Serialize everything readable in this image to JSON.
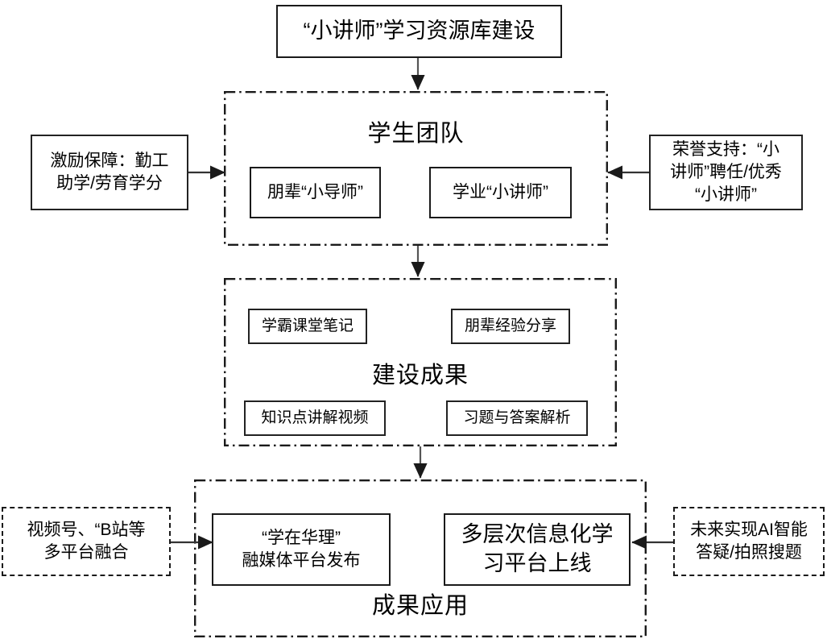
{
  "diagram": {
    "title_box": {
      "label": "“小讲师”学习资源库建设"
    },
    "groups": [
      {
        "id": "student-team",
        "title": "学生团队",
        "boxes": [
          {
            "id": "peer-mentor",
            "label": "朋辈“小导师”"
          },
          {
            "id": "academic-lecturer",
            "label": "学业“小讲师”"
          }
        ]
      },
      {
        "id": "construction-results",
        "title": "建设成果",
        "boxes": [
          {
            "id": "class-notes",
            "label": "学霸课堂笔记"
          },
          {
            "id": "peer-experience",
            "label": "朋辈经验分享"
          },
          {
            "id": "knowledge-video",
            "label": "知识点讲解视频"
          },
          {
            "id": "exercise-answers",
            "label": "习题与答案解析"
          }
        ]
      },
      {
        "id": "results-application",
        "title": "成果应用",
        "boxes": [
          {
            "id": "huali-media-platform",
            "label": "“学在华理”\n融媒体平台发布"
          },
          {
            "id": "multilevel-platform",
            "label": "多层次信息化学\n习平台上线"
          }
        ]
      }
    ],
    "side_notes": [
      {
        "id": "incentive-guarantee",
        "side": "left",
        "label": "激励保障：勤工\n助学/劳育学分",
        "border": "solid"
      },
      {
        "id": "honor-support",
        "side": "right",
        "label": "荣誉支持：“小\n讲师”聘任/优秀\n“小讲师”",
        "border": "solid"
      },
      {
        "id": "multi-platform-fusion",
        "side": "left",
        "label": "视频号、“B站等\n多平台融合",
        "border": "dashed"
      },
      {
        "id": "future-ai",
        "side": "right",
        "label": "未来实现AI智能\n答疑/拍照搜题",
        "border": "dashed"
      }
    ],
    "connectors": [
      {
        "id": "title-to-team",
        "direction": "down"
      },
      {
        "id": "team-to-results",
        "direction": "down"
      },
      {
        "id": "results-to-application",
        "direction": "down"
      },
      {
        "id": "incentive-to-team",
        "direction": "right"
      },
      {
        "id": "honor-to-team",
        "direction": "left"
      },
      {
        "id": "platform-to-media",
        "direction": "right"
      },
      {
        "id": "ai-to-multilevel",
        "direction": "left"
      }
    ],
    "colors": {
      "stroke": "#1a1a1a",
      "background": "#ffffff",
      "text": "#000000"
    }
  }
}
